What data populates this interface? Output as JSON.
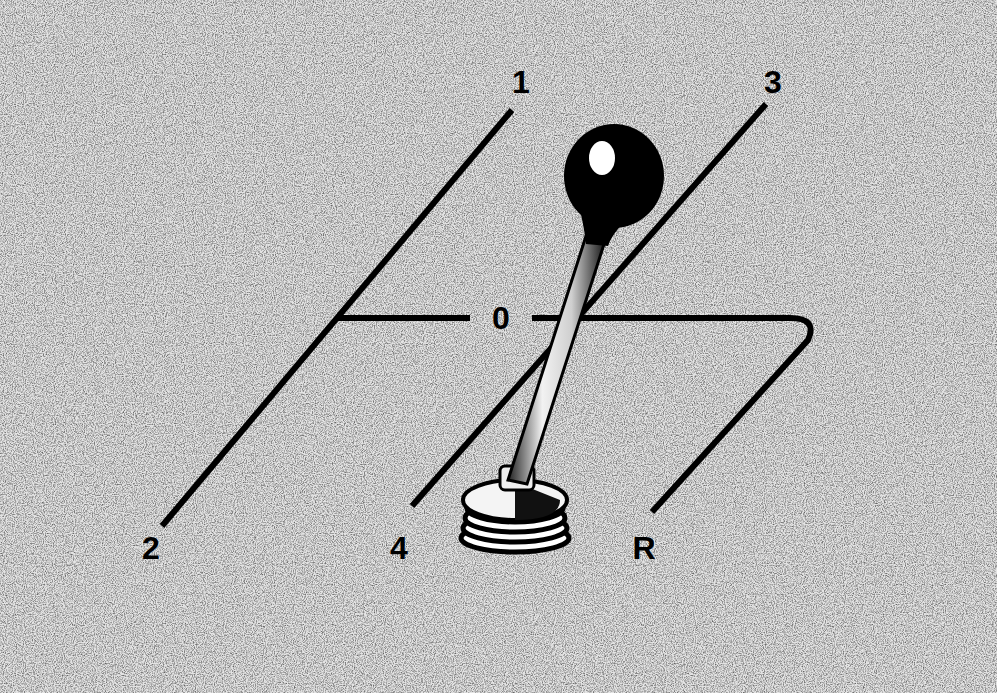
{
  "diagram": {
    "labels": [
      "1",
      "3",
      "0",
      "2",
      "4",
      "R"
    ]
  }
}
